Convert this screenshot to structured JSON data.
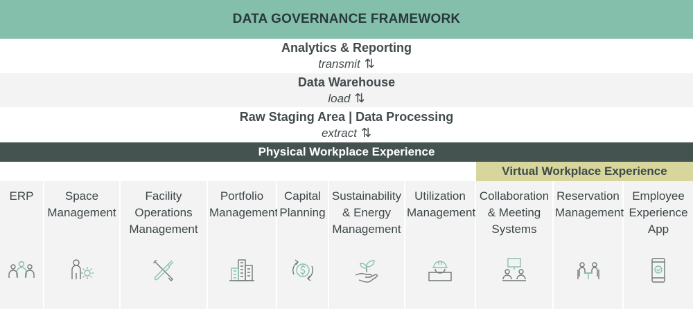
{
  "title": "DATA GOVERNANCE FRAMEWORK",
  "layers": [
    {
      "title": "Analytics & Reporting",
      "verb": "transmit",
      "arrows": "⇅"
    },
    {
      "title": "Data Warehouse",
      "verb": "load",
      "arrows": "⇅"
    },
    {
      "title": "Raw Staging Area | Data Processing",
      "verb": "extract",
      "arrows": "⇅"
    }
  ],
  "physical_label": "Physical Workplace Experience",
  "virtual_label": "Virtual Workplace Experience",
  "systems": [
    {
      "label": "ERP",
      "icon": "people-network-icon"
    },
    {
      "label": "Space Management",
      "icon": "person-gear-icon"
    },
    {
      "label": "Facility Operations Management",
      "icon": "wrench-screwdriver-icon"
    },
    {
      "label": "Portfolio Management",
      "icon": "buildings-icon"
    },
    {
      "label": "Capital Planning",
      "icon": "dollar-cycle-icon"
    },
    {
      "label": "Sustainability & Energy Management",
      "icon": "plant-hand-icon"
    },
    {
      "label": "Utilization Management",
      "icon": "hardhat-desk-icon"
    },
    {
      "label": "Collaboration & Meeting Systems",
      "icon": "meeting-icon"
    },
    {
      "label": "Reservation Management",
      "icon": "desk-booking-icon"
    },
    {
      "label": "Employee Experience App",
      "icon": "mobile-app-icon"
    }
  ],
  "colors": {
    "title_band": "#84bfac",
    "physical_band": "#445250",
    "virtual_band": "#d7d69c",
    "icon_accent": "#84bfac",
    "icon_line": "#6f7778"
  }
}
